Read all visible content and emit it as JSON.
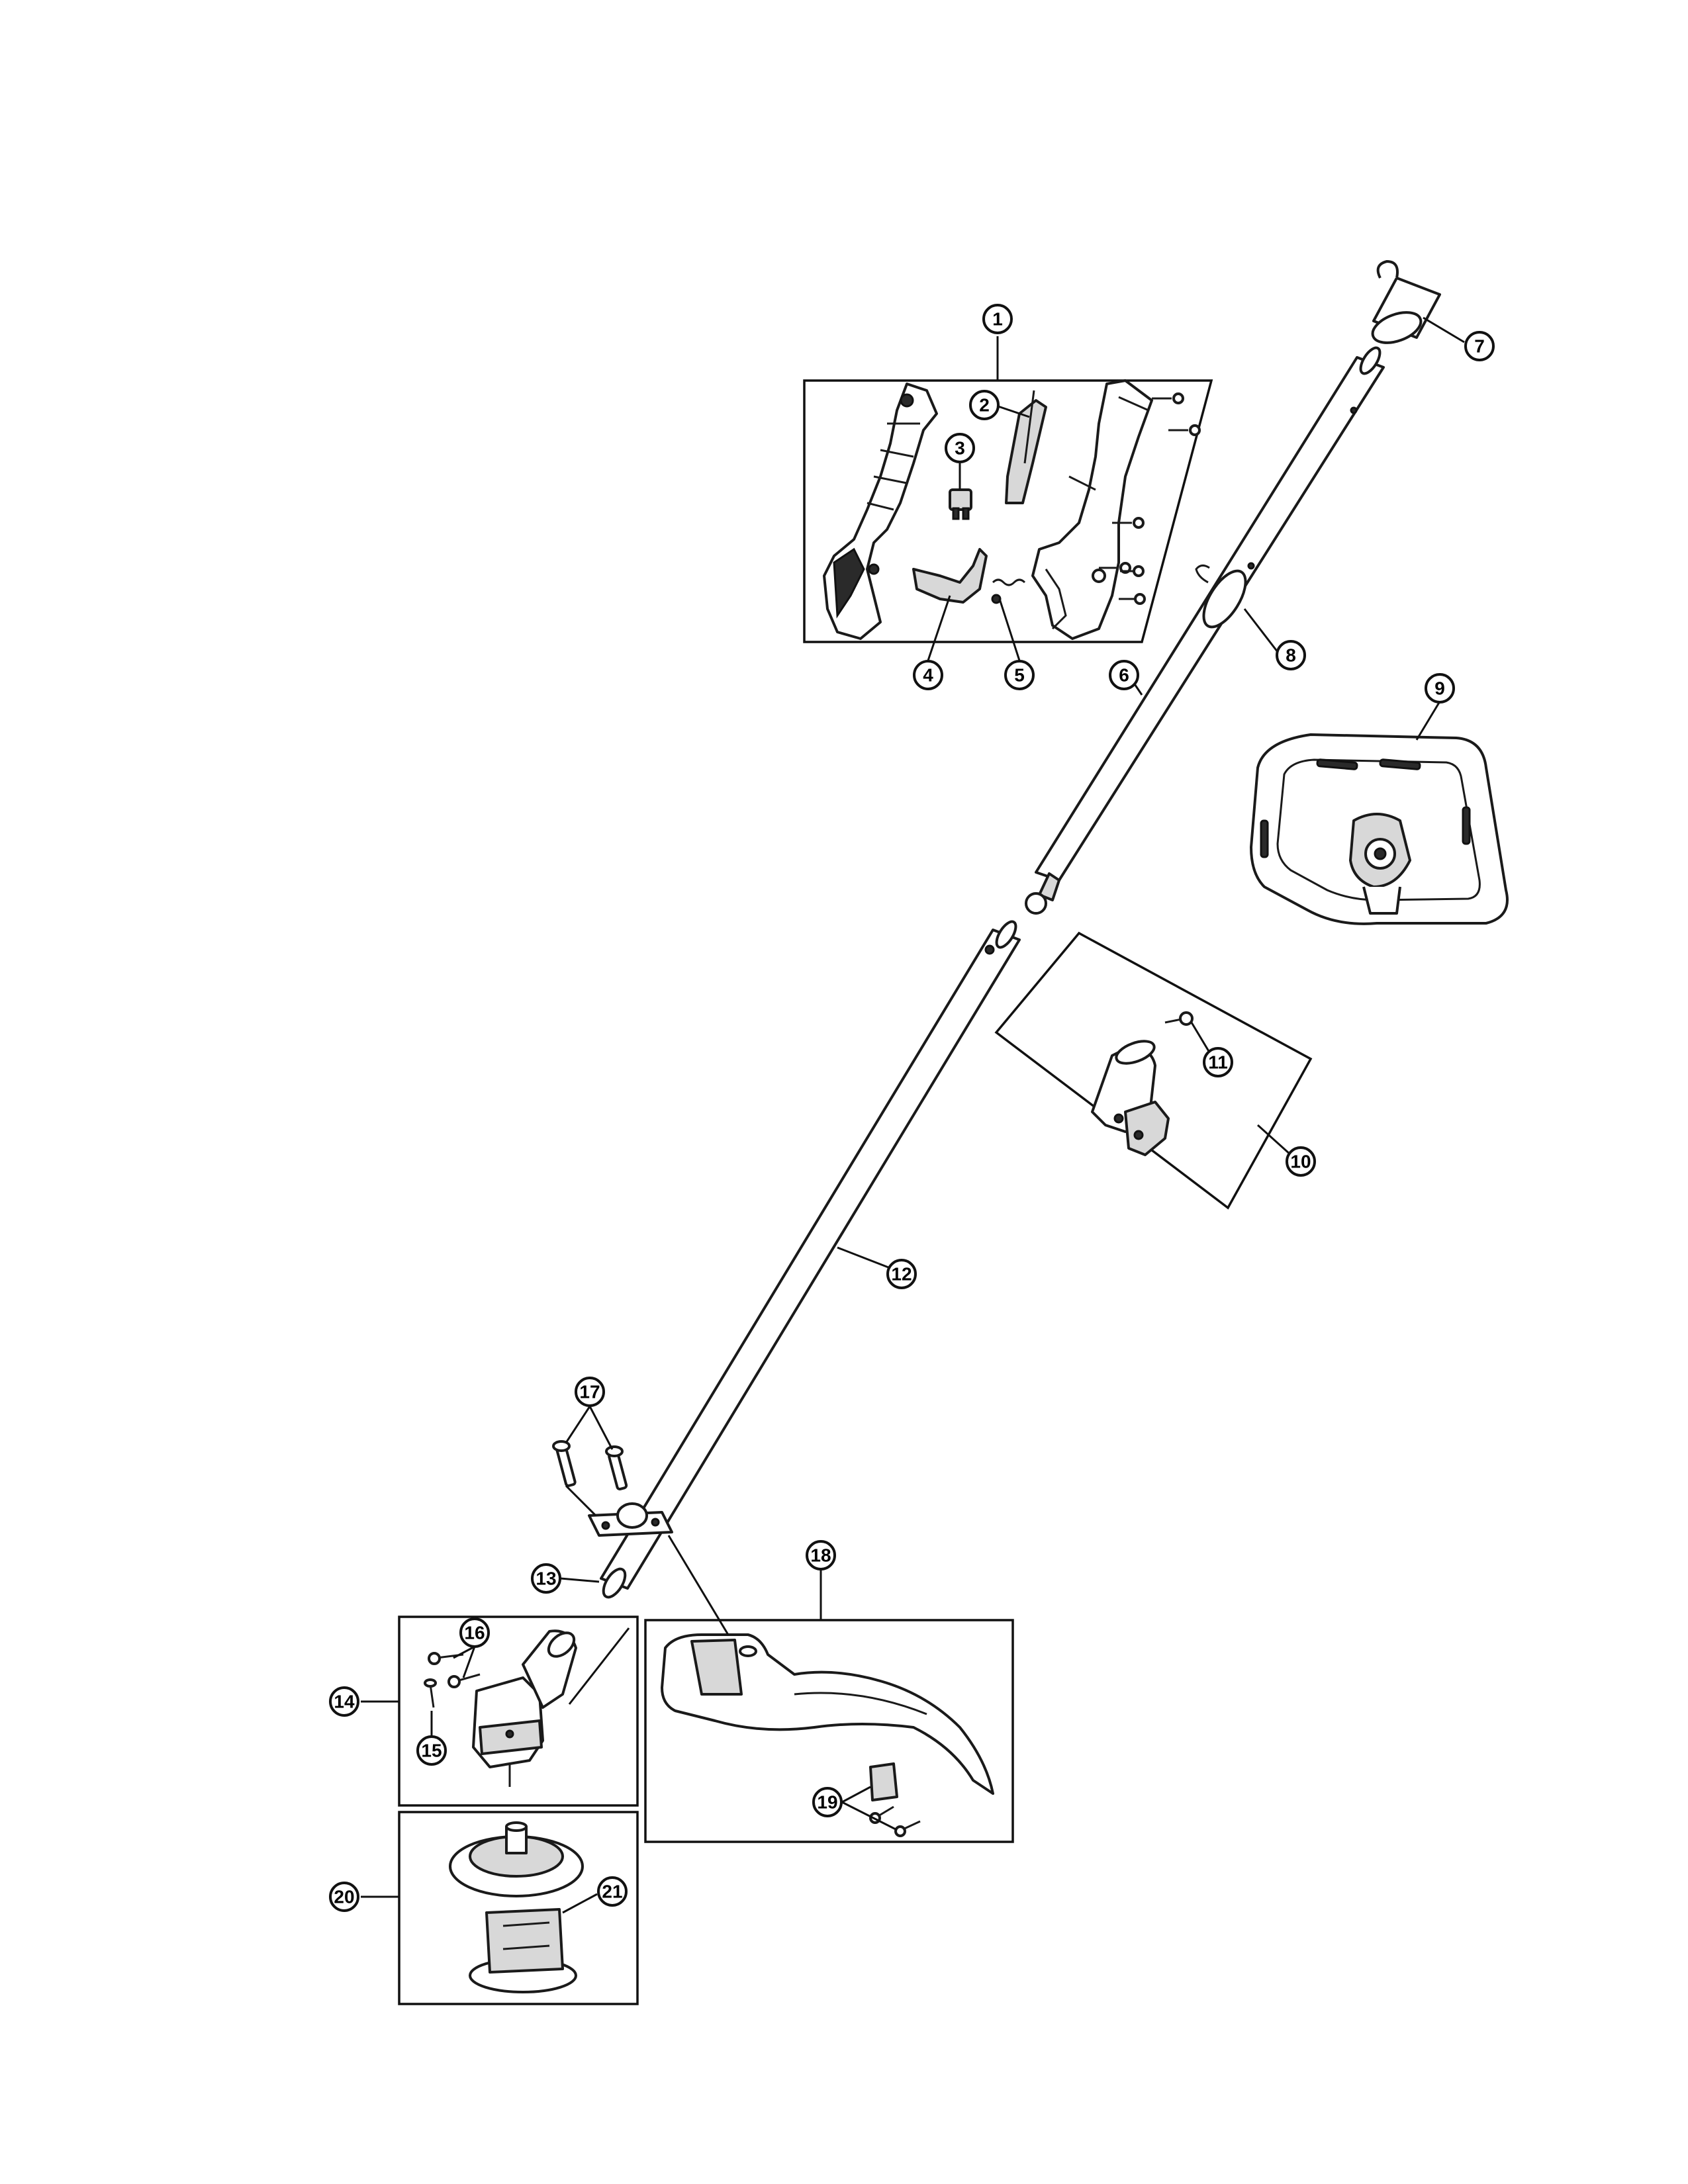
{
  "callouts": [
    {
      "id": "1",
      "label": "1"
    },
    {
      "id": "2",
      "label": "2"
    },
    {
      "id": "3",
      "label": "3"
    },
    {
      "id": "4",
      "label": "4"
    },
    {
      "id": "5",
      "label": "5"
    },
    {
      "id": "6",
      "label": "6"
    },
    {
      "id": "7",
      "label": "7"
    },
    {
      "id": "8",
      "label": "8"
    },
    {
      "id": "9",
      "label": "9"
    },
    {
      "id": "10",
      "label": "10"
    },
    {
      "id": "11",
      "label": "11"
    },
    {
      "id": "12",
      "label": "12"
    },
    {
      "id": "13",
      "label": "13"
    },
    {
      "id": "14",
      "label": "14"
    },
    {
      "id": "15",
      "label": "15"
    },
    {
      "id": "16",
      "label": "16"
    },
    {
      "id": "17",
      "label": "17"
    },
    {
      "id": "18",
      "label": "18"
    },
    {
      "id": "19",
      "label": "19"
    },
    {
      "id": "20",
      "label": "20"
    },
    {
      "id": "21",
      "label": "21"
    }
  ]
}
